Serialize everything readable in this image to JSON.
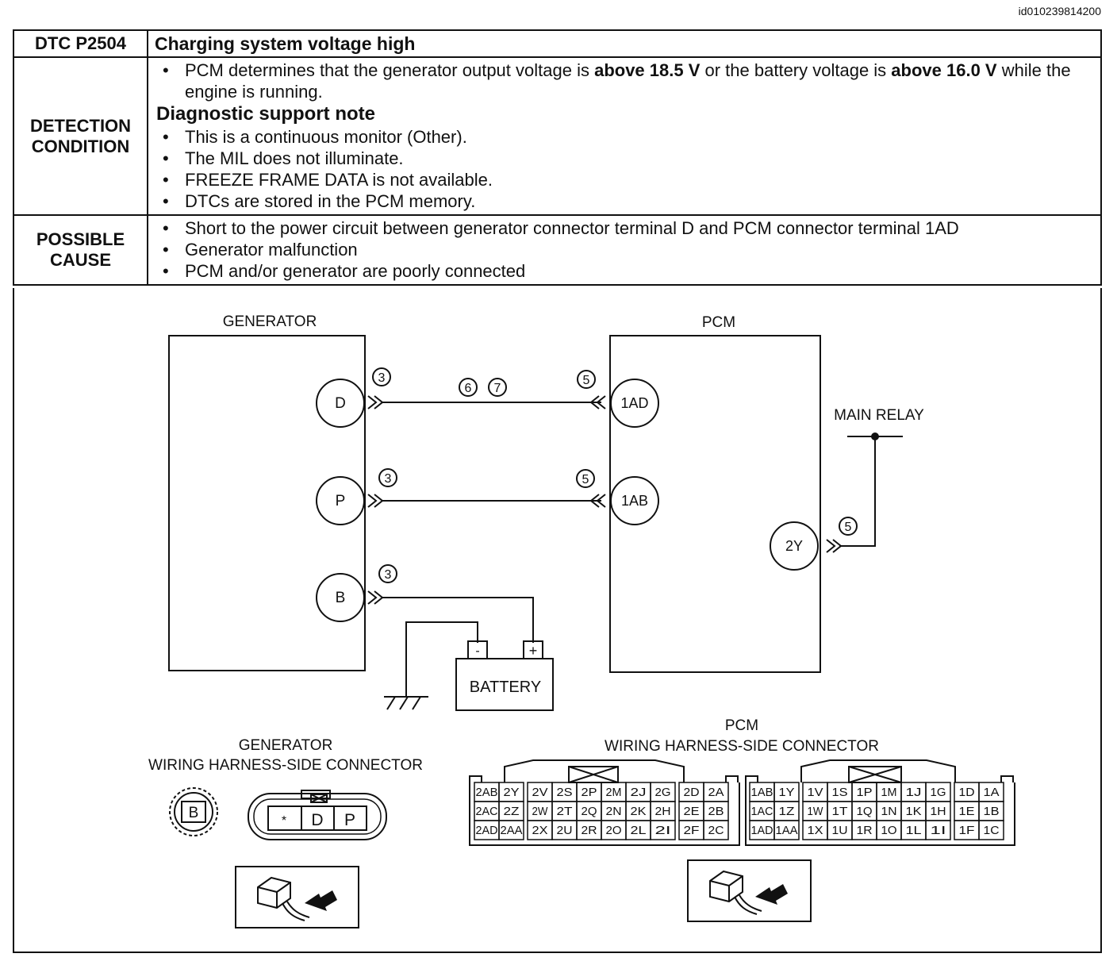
{
  "doc_id": "id010239814200",
  "header": {
    "code": "DTC P2504",
    "title": "Charging system voltage high"
  },
  "detection": {
    "label_line1": "DETECTION",
    "label_line2": "CONDITION",
    "main": {
      "t1": "PCM determines that the generator output voltage is ",
      "b1": "above 18.5 V",
      "t2": " or the battery voltage is ",
      "b2": "above 16.0 V",
      "t3": " while the engine is running."
    },
    "support_heading": "Diagnostic support note",
    "notes": [
      "This is a continuous monitor (Other).",
      "The MIL does not illuminate.",
      "FREEZE FRAME DATA is not available.",
      "DTCs are stored in the PCM memory."
    ]
  },
  "cause": {
    "label_line1": "POSSIBLE",
    "label_line2": "CAUSE",
    "items": [
      "Short to the power circuit between generator connector terminal D and PCM connector terminal 1AD",
      "Generator malfunction",
      "PCM and/or generator are poorly connected"
    ]
  },
  "wiring": {
    "generator_label": "GENERATOR",
    "pcm_label": "PCM",
    "main_relay_label": "MAIN RELAY",
    "battery_label": "BATTERY",
    "battery_neg": "-",
    "battery_pos": "+",
    "gen_terminals": [
      "D",
      "P",
      "B"
    ],
    "pcm_terminals": [
      "1AD",
      "1AB",
      "2Y"
    ],
    "steps": {
      "s3": "3",
      "s5": "5",
      "s6": "6",
      "s7": "7"
    }
  },
  "generator_connector": {
    "title1": "GENERATOR",
    "title2": "WIRING HARNESS-SIDE CONNECTOR",
    "single_terminal": "B",
    "terminals": [
      "*",
      "D",
      "P"
    ]
  },
  "pcm_connector": {
    "title1": "PCM",
    "title2": "WIRING HARNESS-SIDE CONNECTOR",
    "left_block": [
      [
        "2AB",
        "2Y",
        "2V",
        "2S",
        "2P",
        "2M",
        "2J",
        "2G",
        "2D",
        "2A"
      ],
      [
        "2AC",
        "2Z",
        "2W",
        "2T",
        "2Q",
        "2N",
        "2K",
        "2H",
        "2E",
        "2B"
      ],
      [
        "2AD",
        "2AA",
        "2X",
        "2U",
        "2R",
        "2O",
        "2L",
        "2I",
        "2F",
        "2C"
      ]
    ],
    "right_block": [
      [
        "1AB",
        "1Y",
        "1V",
        "1S",
        "1P",
        "1M",
        "1J",
        "1G",
        "1D",
        "1A"
      ],
      [
        "1AC",
        "1Z",
        "1W",
        "1T",
        "1Q",
        "1N",
        "1K",
        "1H",
        "1E",
        "1B"
      ],
      [
        "1AD",
        "1AA",
        "1X",
        "1U",
        "1R",
        "1O",
        "1L",
        "1I",
        "1F",
        "1C"
      ]
    ]
  }
}
